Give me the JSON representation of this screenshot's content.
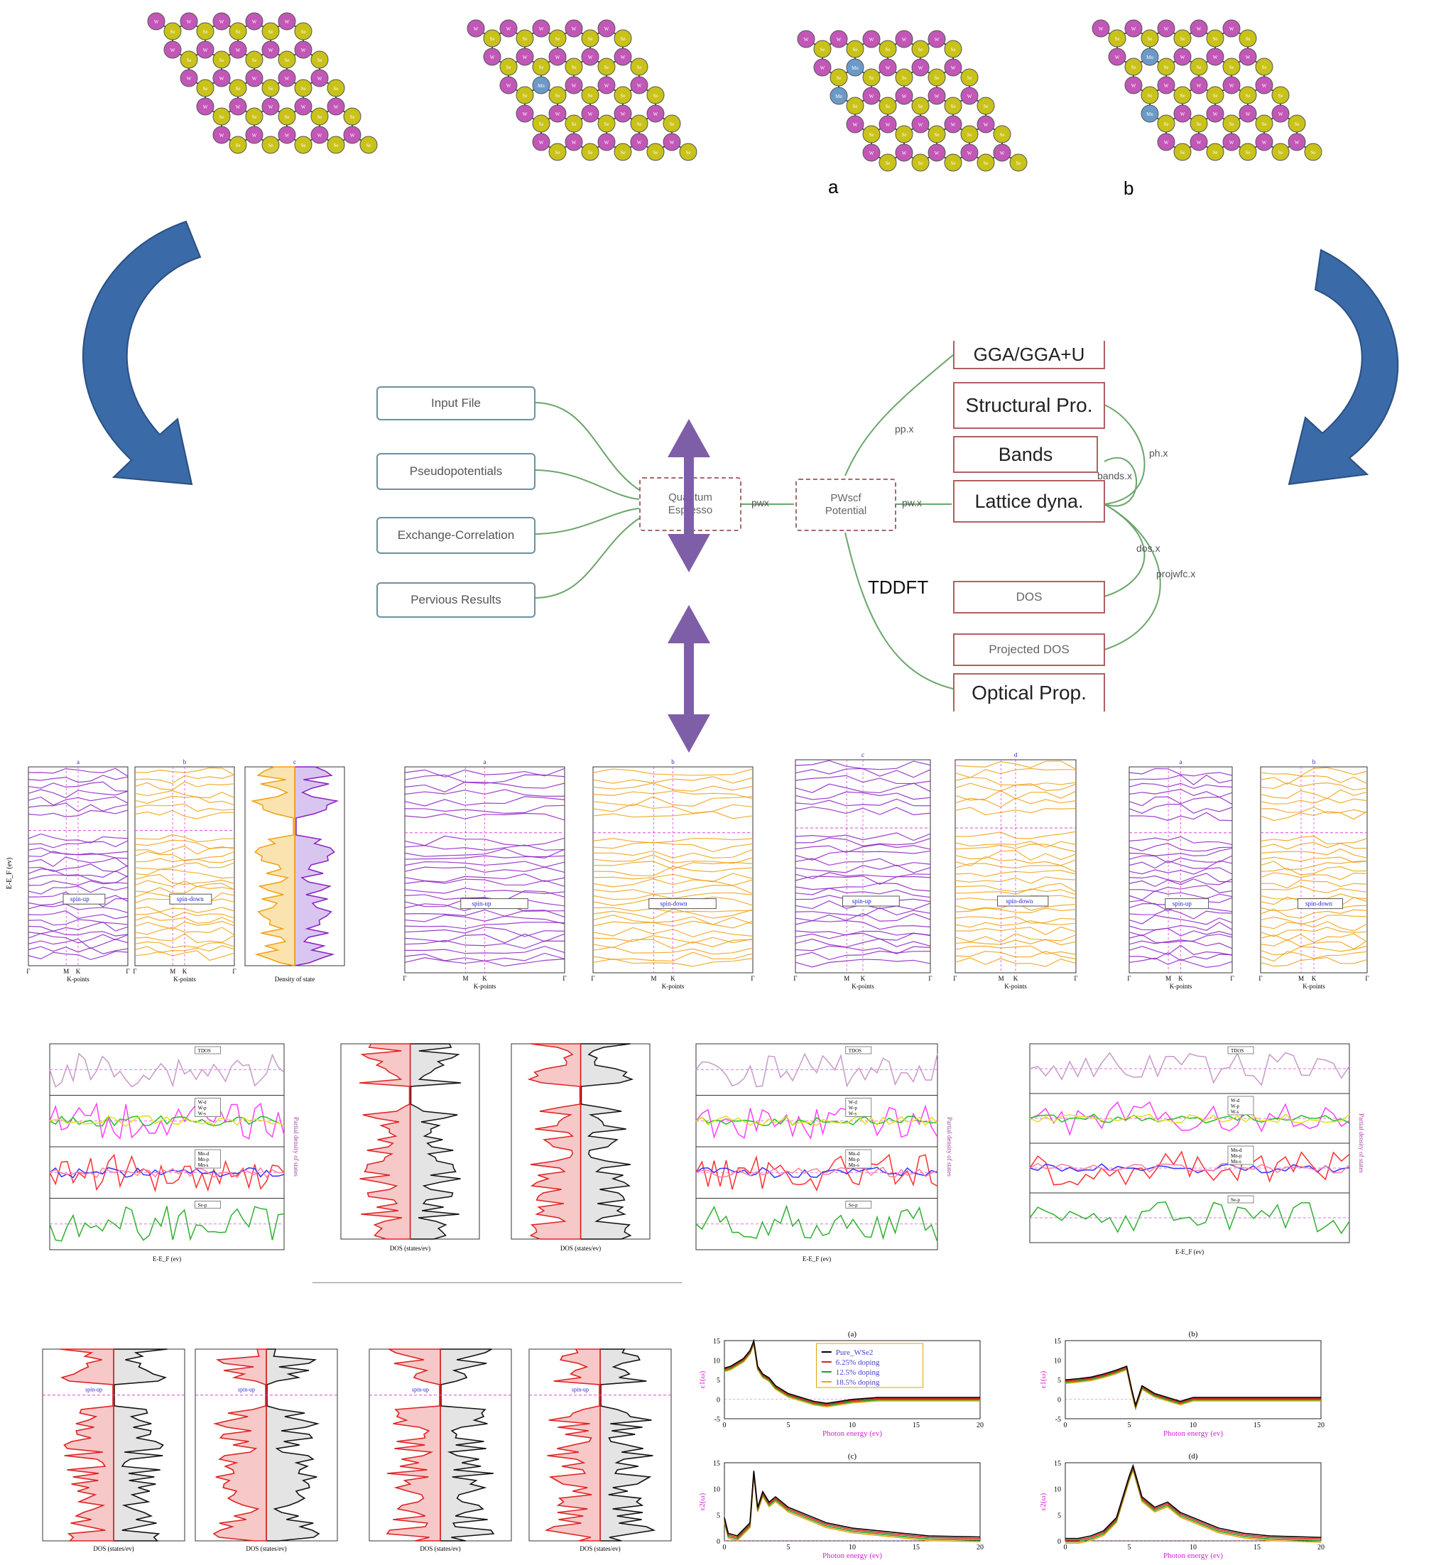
{
  "structures": {
    "atom_w": "W",
    "atom_se": "Se",
    "atom_mn": "Mn",
    "panel_label_a": "a",
    "panel_label_b": "b"
  },
  "workflow": {
    "inputs": [
      "Input  File",
      "Pseudopotentials",
      "Exchange-Correlation",
      "Pervious Results"
    ],
    "qe_box": [
      "Quantum",
      "Espresso"
    ],
    "pwscf_box": [
      "PWscf",
      "Potential"
    ],
    "edge_pwx": "pwx",
    "edge_pw_x": "pw.x",
    "edge_pp_x": "pp.x",
    "edge_ph_x": "ph.x",
    "edge_bands_x": "bands.x",
    "edge_dos_x": "dos.x",
    "edge_projwfc_x": "projwfc.x",
    "tddft": "TDDFT",
    "outputs": [
      "GGA/GGA+U",
      "Structural Pro.",
      "Bands",
      "Lattice dyna.",
      "DOS",
      "Projected DOS",
      "Optical Prop."
    ]
  },
  "band_plots": {
    "ylabel": "E-E_F (ev)",
    "xlabel": "K-points",
    "kpoints": [
      "Γ",
      "M",
      "K",
      "Γ"
    ],
    "spin_up": "spin-up",
    "spin_down": "spin-down",
    "dos_xlabel": "Density of state",
    "panel_letters": [
      "a",
      "b",
      "c",
      "a",
      "b",
      "c",
      "d",
      "a",
      "b"
    ]
  },
  "pdos_plots": {
    "tdos": "TDOS",
    "w_legend": [
      "W-d",
      "W-p",
      "W-s"
    ],
    "mn_legend": [
      "Mn-d",
      "Mn-p",
      "Mn-s"
    ],
    "se_legend": "Se-p",
    "xlabel": "E-E_F (ev)",
    "ylabel_right": "Partial density of states",
    "dos_xlabel": "DOS (states/ev)"
  },
  "colors": {
    "w_atom": "#c257b8",
    "se_atom": "#c9c219",
    "mn_atom": "#6b9ac8",
    "spin_up_band": "#8a1fc2",
    "spin_down_band": "#f0a010",
    "arrow_blue": "#3a6aa8",
    "arrow_purple": "#7f5ea8"
  },
  "chart_data": [
    {
      "type": "line",
      "title": "(a)",
      "xlabel": "Photon energy (ev)",
      "ylabel": "ε1(ω)",
      "xlim": [
        0,
        20
      ],
      "ylim": [
        -5,
        15
      ],
      "xticks": [
        0,
        5,
        10,
        15,
        20
      ],
      "yticks": [
        -5,
        0,
        5,
        10,
        15
      ],
      "legend": [
        "Pure_WSe2",
        "6.25% doping",
        "12.5% doping",
        "18.5% doping"
      ],
      "series_colors": [
        "#000000",
        "#e02020",
        "#20a020",
        "#f0a010"
      ],
      "x": [
        0,
        0.5,
        1,
        1.5,
        2,
        2.3,
        2.6,
        3,
        3.5,
        4,
        5,
        6,
        7,
        8,
        10,
        12,
        15,
        20
      ],
      "series": [
        {
          "values": [
            7.5,
            8,
            9,
            10,
            12,
            14.5,
            8,
            6,
            5,
            3,
            1,
            0,
            -1,
            -1.5,
            -0.5,
            0,
            0,
            0
          ]
        }
      ]
    },
    {
      "type": "line",
      "title": "(b)",
      "xlabel": "Photon energy (ev)",
      "ylabel": "ε1(ω)",
      "xlim": [
        0,
        20
      ],
      "ylim": [
        -5,
        15
      ],
      "xticks": [
        0,
        5,
        10,
        15,
        20
      ],
      "yticks": [
        -5,
        0,
        5,
        10,
        15
      ],
      "x": [
        0,
        1,
        2,
        3,
        4,
        4.8,
        5.2,
        5.5,
        6,
        7,
        8,
        9,
        10,
        12,
        15,
        20
      ],
      "series": [
        {
          "values": [
            4.5,
            4.8,
            5.2,
            6,
            7,
            8,
            2,
            -2,
            3,
            1,
            0,
            -1,
            0,
            0,
            0,
            0
          ]
        }
      ]
    },
    {
      "type": "line",
      "title": "(c)",
      "xlabel": "Photon energy (ev)",
      "ylabel": "ε2(ω)",
      "xlim": [
        0,
        20
      ],
      "ylim": [
        0,
        15
      ],
      "xticks": [
        0,
        5,
        10,
        15,
        20
      ],
      "yticks": [
        0,
        5,
        10,
        15
      ],
      "x": [
        0,
        0.3,
        1,
        2,
        2.3,
        2.6,
        3,
        3.5,
        4,
        5,
        6,
        8,
        10,
        12,
        14,
        16,
        20
      ],
      "series": [
        {
          "values": [
            4,
            1,
            0.5,
            3,
            13,
            6,
            9,
            7,
            8,
            6,
            5,
            3,
            2,
            1.5,
            1,
            0.5,
            0.3
          ]
        }
      ]
    },
    {
      "type": "line",
      "title": "(d)",
      "xlabel": "Photon energy (ev)",
      "ylabel": "ε2(ω)",
      "xlim": [
        0,
        20
      ],
      "ylim": [
        0,
        15
      ],
      "xticks": [
        0,
        5,
        10,
        15,
        20
      ],
      "yticks": [
        0,
        5,
        10,
        15
      ],
      "x": [
        0,
        1,
        2,
        3,
        4,
        4.5,
        5,
        5.3,
        6,
        7,
        8,
        9,
        10,
        12,
        14,
        16,
        20
      ],
      "series": [
        {
          "values": [
            0,
            0,
            0.5,
            1.5,
            4,
            8,
            12,
            14,
            8,
            6,
            7,
            5,
            4,
            2,
            1,
            0.5,
            0.2
          ]
        }
      ]
    }
  ]
}
